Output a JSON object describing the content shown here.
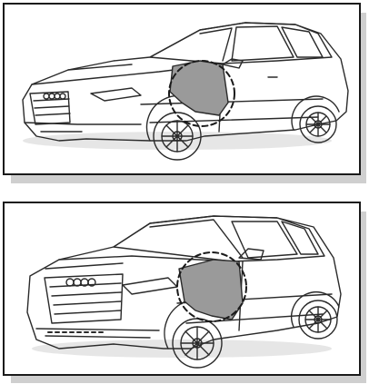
{
  "figure": {
    "panels": [
      {
        "subject": "hatchback-car-illustration",
        "highlight": "front-left-fender-area"
      },
      {
        "subject": "compact-suv-illustration",
        "highlight": "front-left-fender-area"
      }
    ],
    "colors": {
      "frame": "#1a1a1a",
      "highlight_fill": "#9a9a9a",
      "shadow": "#cfcfcf",
      "line": "#2a2a2a"
    }
  }
}
